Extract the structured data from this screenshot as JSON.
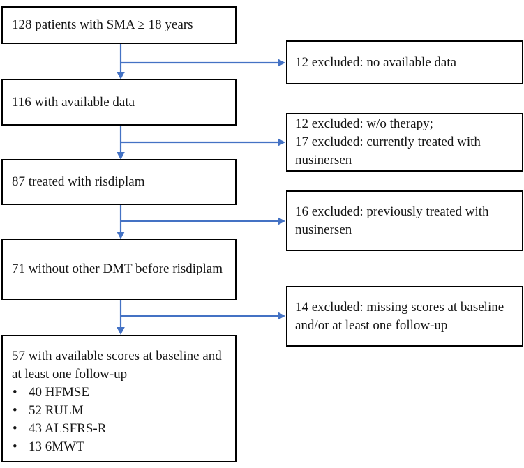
{
  "colors": {
    "arrow": "#4472C4",
    "box_border": "#000000",
    "background": "#ffffff",
    "text": "#161616"
  },
  "flowchart": {
    "main_boxes": [
      {
        "text": "128 patients with SMA ≥ 18 years"
      },
      {
        "text": "116 with available data"
      },
      {
        "text": "87 treated with risdiplam"
      },
      {
        "text": "71 without other DMT before risdiplam"
      },
      {
        "text": "57 with available scores at baseline and at least one follow-up",
        "bullets": [
          "40 HFMSE",
          "52 RULM",
          "43 ALSFRS-R",
          "13 6MWT"
        ]
      }
    ],
    "exclusion_boxes": [
      {
        "lines": [
          "12 excluded: no available data"
        ]
      },
      {
        "lines": [
          "12 excluded: w/o therapy;",
          "17 excluded: currently treated with nusinersen"
        ]
      },
      {
        "lines": [
          "16 excluded: previously treated with nusinersen"
        ]
      },
      {
        "lines": [
          "14 excluded: missing scores at baseline and/or at least one follow-up"
        ]
      }
    ]
  }
}
